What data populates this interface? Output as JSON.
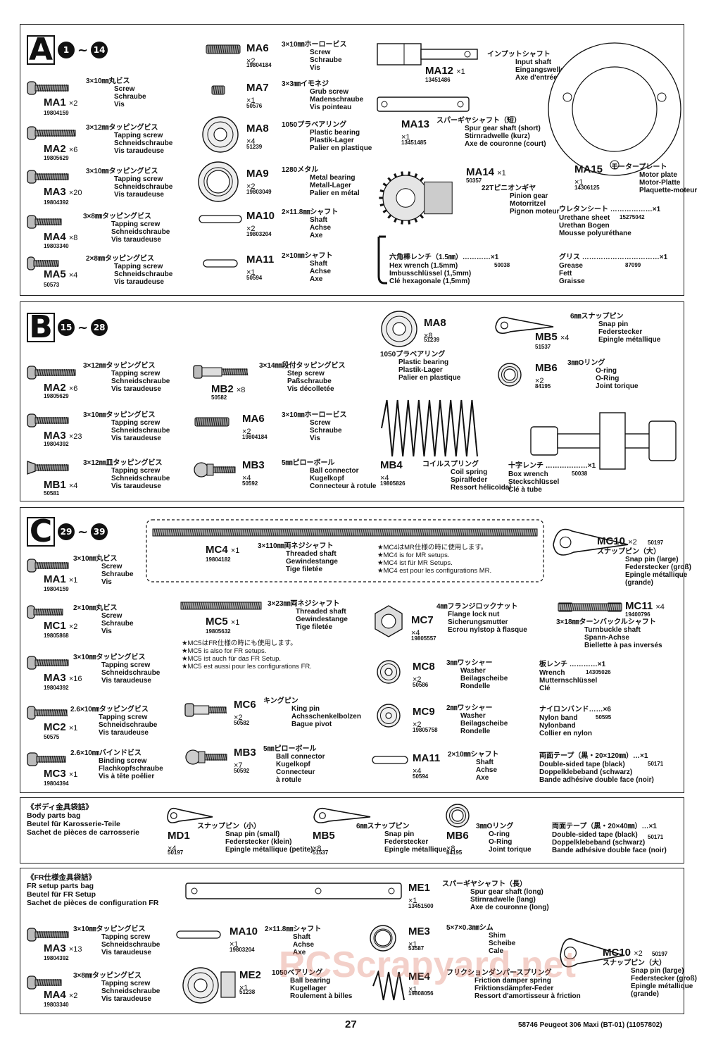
{
  "sections": {
    "A": {
      "letter": "A",
      "from": "1",
      "to": "14"
    },
    "B": {
      "letter": "B",
      "from": "15",
      "to": "28"
    },
    "C": {
      "letter": "C",
      "from": "29",
      "to": "39"
    }
  },
  "tilde": "~",
  "a": {
    "ma1": {
      "code": "MA1",
      "qty": "×2",
      "pn": "19804159",
      "desc": [
        "3×10㎜丸ビス",
        "Screw",
        "Schraube",
        "Vis"
      ]
    },
    "ma2": {
      "code": "MA2",
      "qty": "×6",
      "pn": "19805629",
      "desc": [
        "3×12㎜タッピングビス",
        "Tapping screw",
        "Schneidschraube",
        "Vis taraudeuse"
      ]
    },
    "ma3": {
      "code": "MA3",
      "qty": "×20",
      "pn": "19804392",
      "desc": [
        "3×10㎜タッピングビス",
        "Tapping screw",
        "Schneidschraube",
        "Vis taraudeuse"
      ]
    },
    "ma4": {
      "code": "MA4",
      "qty": "×8",
      "pn": "19803340",
      "desc": [
        "3×8㎜タッピングビス",
        "Tapping screw",
        "Schneidschraube",
        "Vis taraudeuse"
      ]
    },
    "ma5": {
      "code": "MA5",
      "qty": "×4",
      "pn": "50573",
      "desc": [
        "2×8㎜タッピングビス",
        "Tapping screw",
        "Schneidschraube",
        "Vis taraudeuse"
      ]
    },
    "ma6": {
      "code": "MA6",
      "qty": "×2",
      "pn": "19804184",
      "desc": [
        "3×10㎜ホーロービス",
        "Screw",
        "Schraube",
        "Vis"
      ]
    },
    "ma7": {
      "code": "MA7",
      "qty": "×1",
      "pn": "50576",
      "desc": [
        "3×3㎜イモネジ",
        "Grub screw",
        "Madenschraube",
        "Vis pointeau"
      ]
    },
    "ma8": {
      "code": "MA8",
      "qty": "×4",
      "pn": "51239",
      "desc": [
        "1050プラベアリング",
        "Plastic bearing",
        "Plastik-Lager",
        "Palier en plastique"
      ]
    },
    "ma9": {
      "code": "MA9",
      "qty": "×2",
      "pn": "19803049",
      "desc": [
        "1280メタル",
        "Metal bearing",
        "Metall-Lager",
        "Palier en métal"
      ]
    },
    "ma10": {
      "code": "MA10",
      "qty": "×2",
      "pn": "19803204",
      "desc": [
        "2×11.8㎜シャフト",
        "Shaft",
        "Achse",
        "Axe"
      ]
    },
    "ma11": {
      "code": "MA11",
      "qty": "×1",
      "pn": "50594",
      "desc": [
        "2×10㎜シャフト",
        "Shaft",
        "Achse",
        "Axe"
      ]
    },
    "ma12": {
      "code": "MA12",
      "qty": "×1",
      "pn": "13451486",
      "desc": [
        "インプットシャフト",
        "Input shaft",
        "Eingangswelle",
        "Axe d'entrée"
      ]
    },
    "ma13": {
      "code": "MA13",
      "qty": "×1",
      "pn": "13451485",
      "desc": [
        "スパーギヤシャフト（短）",
        "Spur gear shaft (short)",
        "Stirnradwelle (kurz)",
        "Axe de couronne (court)"
      ]
    },
    "ma14": {
      "code": "MA14",
      "qty": "×1",
      "pn": "50357",
      "desc": [
        "22Tピニオンギヤ",
        "Pinion gear",
        "Motorritzel",
        "Pignon moteur"
      ]
    },
    "ma15": {
      "code": "MA15",
      "qty": "×1",
      "pn": "14306125",
      "desc": [
        "モータープレート",
        "Motor plate",
        "Motor-Platte",
        "Plaquette-moteur"
      ]
    },
    "hexwrench": {
      "line1": "六角棒レンチ（1.5㎜）…………×1",
      "pn": "50038",
      "desc": [
        "Hex wrench (1.5mm)",
        "Imbusschlüssel (1,5mm)",
        "Clé hexagonale (1,5mm)"
      ]
    },
    "urethane": {
      "line1": "ウレタンシート ………………×1",
      "pn": "15275042",
      "desc": [
        "Urethane sheet",
        "Urethan Bogen",
        "Mousse polyuréthane"
      ]
    },
    "grease": {
      "line1": "グリス ……………………………×1",
      "pn": "87099",
      "desc": [
        "Grease",
        "Fett",
        "Graisse"
      ]
    }
  },
  "b": {
    "ma2": {
      "code": "MA2",
      "qty": "×6",
      "pn": "19805629",
      "desc": [
        "3×12㎜タッピングビス",
        "Tapping screw",
        "Schneidschraube",
        "Vis taraudeuse"
      ]
    },
    "ma3": {
      "code": "MA3",
      "qty": "×23",
      "pn": "19804392",
      "desc": [
        "3×10㎜タッピングビス",
        "Tapping screw",
        "Schneidschraube",
        "Vis taraudeuse"
      ]
    },
    "mb1": {
      "code": "MB1",
      "qty": "×4",
      "pn": "50581",
      "desc": [
        "3×12㎜皿タッピングビス",
        "Tapping screw",
        "Schneidschraube",
        "Vis taraudeuse"
      ]
    },
    "mb2": {
      "code": "MB2",
      "qty": "×8",
      "pn": "50582",
      "desc": [
        "3×14㎜段付タッピングビス",
        "Step screw",
        "Paßschraube",
        "Vis décolletée"
      ]
    },
    "ma6": {
      "code": "MA6",
      "qty": "×2",
      "pn": "19804184",
      "desc": [
        "3×10㎜ホーロービス",
        "Screw",
        "Schraube",
        "Vis"
      ]
    },
    "mb3": {
      "code": "MB3",
      "qty": "×4",
      "pn": "50592",
      "desc": [
        "5㎜ピローボール",
        "Ball connector",
        "Kugelkopf",
        "Connecteur à rotule"
      ]
    },
    "ma8": {
      "code": "MA8",
      "qty": "×8",
      "pn": "51239",
      "desc": [
        "1050プラベアリング",
        "Plastic bearing",
        "Plastik-Lager",
        "Palier en plastique"
      ]
    },
    "mb4": {
      "code": "MB4",
      "qty": "×4",
      "pn": "19805826",
      "desc": [
        "コイルスプリング",
        "Coil spring",
        "Spiralfeder",
        "Ressort hélicoïdal"
      ]
    },
    "mb5": {
      "code": "MB5",
      "qty": "×4",
      "pn": "51537",
      "desc": [
        "6㎜スナップピン",
        "Snap pin",
        "Federstecker",
        "Epingle métallique"
      ]
    },
    "mb6": {
      "code": "MB6",
      "qty": "×2",
      "pn": "84195",
      "desc": [
        "3㎜Oリング",
        "O-ring",
        "O-Ring",
        "Joint torique"
      ]
    },
    "boxwrench": {
      "line1": "十字レンチ ………………×1",
      "pn": "50038",
      "desc": [
        "Box wrench",
        "Steckschlüssel",
        "Clé à tube"
      ]
    }
  },
  "c": {
    "ma1": {
      "code": "MA1",
      "qty": "×1",
      "pn": "19804159",
      "desc": [
        "3×10㎜丸ビス",
        "Screw",
        "Schraube",
        "Vis"
      ]
    },
    "mc1": {
      "code": "MC1",
      "qty": "×2",
      "pn": "19805868",
      "desc": [
        "2×10㎜丸ビス",
        "Screw",
        "Schraube",
        "Vis"
      ]
    },
    "ma3": {
      "code": "MA3",
      "qty": "×16",
      "pn": "19804392",
      "desc": [
        "3×10㎜タッピングビス",
        "Tapping screw",
        "Schneidschraube",
        "Vis taraudeuse"
      ]
    },
    "mc2": {
      "code": "MC2",
      "qty": "×1",
      "pn": "50575",
      "desc": [
        "2.6×10㎜タッピングビス",
        "Tapping screw",
        "Schneidschraube",
        "Vis taraudeuse"
      ]
    },
    "mc3": {
      "code": "MC3",
      "qty": "×1",
      "pn": "19804394",
      "desc": [
        "2.6×10㎜バインドビス",
        "Binding screw",
        "Flachkopfschraube",
        "Vis à tête poêlier"
      ]
    },
    "mc4": {
      "code": "MC4",
      "qty": "×1",
      "pn": "19804182",
      "desc": [
        "3×110㎜両ネジシャフト",
        "Threaded shaft",
        "Gewindestange",
        "Tige filetée"
      ],
      "notes": [
        "★MC4はMR仕様の時に使用します。",
        "★MC4 is for MR setups.",
        "★MC4 ist für MR Setups.",
        "★MC4 est pour les configurations MR."
      ]
    },
    "mc5": {
      "code": "MC5",
      "qty": "×1",
      "pn": "19805632",
      "desc": [
        "3×23㎜両ネジシャフト",
        "Threaded shaft",
        "Gewindestange",
        "Tige filetée"
      ],
      "notes": [
        "★MC5はFR仕様の時にも使用します。",
        "★MC5 is also for FR setups.",
        "★MC5 ist auch für das FR Setup.",
        "★MC5 est aussi pour les configurations FR."
      ]
    },
    "mc6": {
      "code": "MC6",
      "qty": "×2",
      "pn": "50582",
      "desc": [
        "キングピン",
        "King pin",
        "Achsschenkelbolzen",
        "Bague pivot"
      ]
    },
    "mb3": {
      "code": "MB3",
      "qty": "×7",
      "pn": "50592",
      "desc": [
        "5㎜ピローボール",
        "Ball connector",
        "Kugelkopf",
        "Connecteur",
        "à rotule"
      ]
    },
    "mc7": {
      "code": "MC7",
      "qty": "×4",
      "pn": "19805557",
      "desc": [
        "4㎜フランジロックナット",
        "Flange lock nut",
        "Sicherungsmutter",
        "Ecrou nylstop à flasque"
      ]
    },
    "mc8": {
      "code": "MC8",
      "qty": "×2",
      "pn": "50586",
      "desc": [
        "3㎜ワッシャー",
        "Washer",
        "Beilagscheibe",
        "Rondelle"
      ]
    },
    "mc9": {
      "code": "MC9",
      "qty": "×2",
      "pn": "19805758",
      "desc": [
        "2㎜ワッシャー",
        "Washer",
        "Beilagscheibe",
        "Rondelle"
      ]
    },
    "ma11": {
      "code": "MA11",
      "qty": "×4",
      "pn": "50594",
      "desc": [
        "2×10㎜シャフト",
        "Shaft",
        "Achse",
        "Axe"
      ]
    },
    "mc10": {
      "code": "MC10",
      "qty": "×2",
      "pn": "50197",
      "desc": [
        "スナップピン（大）",
        "Snap pin (large)",
        "Federstecker (groß)",
        "Epingle métallique",
        "(grande)"
      ]
    },
    "mc11": {
      "code": "MC11",
      "qty": "×4",
      "pn": "19400796",
      "desc": [
        "3×18㎜ターンバックルシャフト",
        "Turnbuckle shaft",
        "Spann-Achse",
        "Biellette à pas inversés"
      ]
    },
    "wrench": {
      "line1": "板レンチ …………×1",
      "pn": "14305026",
      "desc": [
        "Wrench",
        "Mutternschlüssel",
        "Clé"
      ]
    },
    "nylonband": {
      "line1": "ナイロンバンド……×6",
      "pn": "50595",
      "desc": [
        "Nylon band",
        "Nylonband",
        "Collier en nylon"
      ]
    },
    "tape": {
      "line1": "両面テープ（黒・20×120㎜）…×1",
      "pn": "50171",
      "desc": [
        "Double-sided tape (black)",
        "Doppelklebeband (schwarz)",
        "Bande adhésive double face (noir)"
      ]
    }
  },
  "bodybag": {
    "title": [
      "《ボディ金具袋詰》",
      "Body parts bag",
      "Beutel für Karosserie-Teile",
      "Sachet de pièces de carrosserie"
    ],
    "md1": {
      "code": "MD1",
      "qty": "×4",
      "pn": "50197",
      "desc": [
        "スナップピン（小）",
        "Snap pin (small)",
        "Federstecker (klein)",
        "Epingle métallique (petite)"
      ]
    },
    "mb5": {
      "code": "MB5",
      "qty": "×8",
      "pn": "51537",
      "desc": [
        "6㎜スナップピン",
        "Snap pin",
        "Federstecker",
        "Epingle métallique"
      ]
    },
    "mb6": {
      "code": "MB6",
      "qty": "×8",
      "pn": "84195",
      "desc": [
        "3㎜Oリング",
        "O-ring",
        "O-Ring",
        "Joint torique"
      ]
    },
    "tape": {
      "line1": "両面テープ（黒・20×40㎜）…×1",
      "pn": "50171",
      "desc": [
        "Double-sided tape (black)",
        "Doppelklebeband (schwarz)",
        "Bande adhésive double face (noir)"
      ]
    }
  },
  "frbag": {
    "title": [
      "《FR仕様金具袋詰》",
      "FR setup parts bag",
      "Beutel für FR Setup",
      "Sachet de pièces de configuration FR"
    ],
    "ma3": {
      "code": "MA3",
      "qty": "×13",
      "pn": "19804392",
      "desc": [
        "3×10㎜タッピングビス",
        "Tapping screw",
        "Schneidschraube",
        "Vis taraudeuse"
      ]
    },
    "ma4": {
      "code": "MA4",
      "qty": "×2",
      "pn": "19803340",
      "desc": [
        "3×8㎜タッピングビス",
        "Tapping screw",
        "Schneidschraube",
        "Vis taraudeuse"
      ]
    },
    "ma10": {
      "code": "MA10",
      "qty": "×1",
      "pn": "19803204",
      "desc": [
        "2×11.8㎜シャフト",
        "Shaft",
        "Achse",
        "Axe"
      ]
    },
    "me2": {
      "code": "ME2",
      "qty": "×1",
      "pn": "51238",
      "desc": [
        "1050ベアリング",
        "Ball bearing",
        "Kugellager",
        "Roulement à billes"
      ]
    },
    "me1": {
      "code": "ME1",
      "qty": "×1",
      "pn": "13451500",
      "desc": [
        "スパーギヤシャフト（長）",
        "Spur gear shaft (long)",
        "Stirnradwelle (lang)",
        "Axe de couronne (long)"
      ]
    },
    "me3": {
      "code": "ME3",
      "qty": "×1",
      "pn": "53587",
      "desc": [
        "5×7×0.3㎜シム",
        "Shim",
        "Scheibe",
        "Cale"
      ]
    },
    "me4": {
      "code": "ME4",
      "qty": "×1",
      "pn": "19808056",
      "desc": [
        "フリクションダンパースプリング",
        "Friction damper spring",
        "Friktionsdämpfer-Feder",
        "Ressort d'amortisseur à friction"
      ]
    },
    "mc10": {
      "code": "MC10",
      "qty": "×2",
      "pn": "50197",
      "desc": [
        "スナップピン（大）",
        "Snap pin (large)",
        "Federstecker (groß)",
        "Epingle métallique",
        "(grande)"
      ]
    }
  },
  "footer": {
    "page": "27",
    "model": "58746 Peugeot 306 Maxi (BT-01) (11057802)"
  },
  "watermark": "RCScrapyard.net"
}
